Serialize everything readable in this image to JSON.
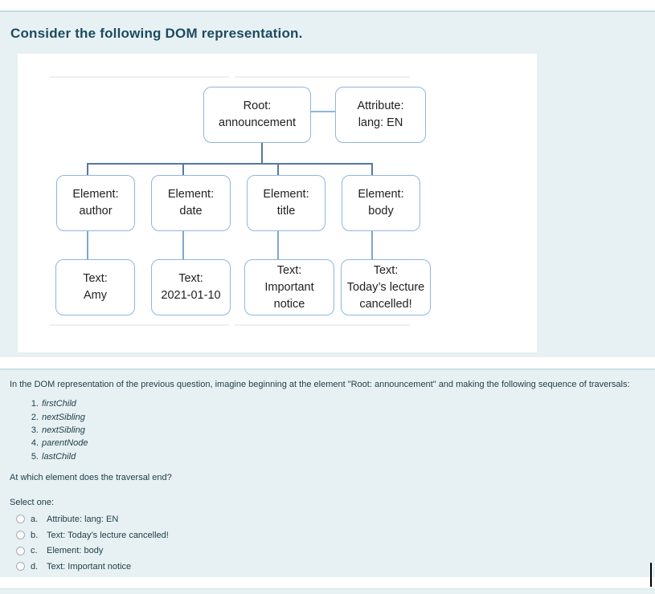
{
  "intro_section": {
    "heading": "Consider the following DOM representation."
  },
  "diagram": {
    "root": {
      "lines": [
        "Root:",
        "announcement"
      ]
    },
    "attribute": {
      "lines": [
        "Attribute:",
        "lang: EN"
      ]
    },
    "elements": [
      {
        "lines": [
          "Element:",
          "author"
        ]
      },
      {
        "lines": [
          "Element:",
          "date"
        ]
      },
      {
        "lines": [
          "Element:",
          "title"
        ]
      },
      {
        "lines": [
          "Element:",
          "body"
        ]
      }
    ],
    "texts": [
      {
        "lines": [
          "Text:",
          "Amy"
        ]
      },
      {
        "lines": [
          "Text:",
          "2021-01-10"
        ]
      },
      {
        "lines": [
          "Text:",
          "Important",
          "notice"
        ]
      },
      {
        "lines": [
          "Text:",
          "Today’s lecture",
          "cancelled!"
        ]
      }
    ]
  },
  "question": {
    "intro": "In the DOM representation of the previous question, imagine beginning at the element \"Root: announcement\" and making the following sequence of traversals:",
    "steps": [
      {
        "num": "1.",
        "label": "firstChild"
      },
      {
        "num": "2.",
        "label": "nextSibling"
      },
      {
        "num": "3.",
        "label": "nextSibling"
      },
      {
        "num": "4.",
        "label": "parentNode"
      },
      {
        "num": "5.",
        "label": "lastChild"
      }
    ],
    "prompt": "At which element does the traversal end?",
    "select_label": "Select one:",
    "options": [
      {
        "letter": "a.",
        "text": "Attribute: lang: EN"
      },
      {
        "letter": "b.",
        "text": "Text: Today’s lecture cancelled!"
      },
      {
        "letter": "c.",
        "text": "Element: body"
      },
      {
        "letter": "d.",
        "text": "Text: Important notice"
      }
    ]
  },
  "colors": {
    "section_background": "#e7f1f3",
    "section_border": "#c6dde4",
    "box_border": "#8fb6e0",
    "connector_main": "#54799f",
    "connector_stub": "#7fa6cf",
    "heading_text": "#1c4b61",
    "body_text": "#22404d"
  }
}
